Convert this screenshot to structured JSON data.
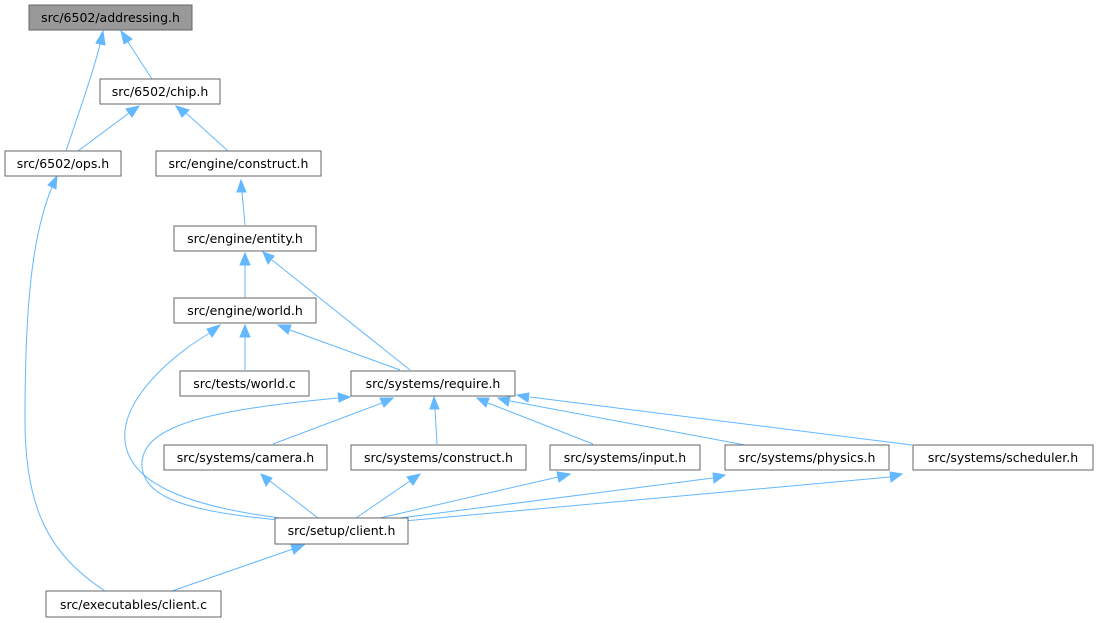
{
  "nodes": {
    "addressing": {
      "label": "src/6502/addressing.h",
      "highlighted": true
    },
    "chip": {
      "label": "src/6502/chip.h"
    },
    "ops": {
      "label": "src/6502/ops.h"
    },
    "construct": {
      "label": "src/engine/construct.h"
    },
    "entity": {
      "label": "src/engine/entity.h"
    },
    "world_h": {
      "label": "src/engine/world.h"
    },
    "tests_world": {
      "label": "src/tests/world.c"
    },
    "require": {
      "label": "src/systems/require.h"
    },
    "camera": {
      "label": "src/systems/camera.h"
    },
    "sys_construct": {
      "label": "src/systems/construct.h"
    },
    "input": {
      "label": "src/systems/input.h"
    },
    "physics": {
      "label": "src/systems/physics.h"
    },
    "scheduler": {
      "label": "src/systems/scheduler.h"
    },
    "client_h": {
      "label": "src/setup/client.h"
    },
    "client_c": {
      "label": "src/executables/client.c"
    }
  },
  "colors": {
    "edge": "#63b8ff",
    "node_border": "#666666",
    "root_fill": "#999999",
    "node_fill": "#ffffff"
  }
}
